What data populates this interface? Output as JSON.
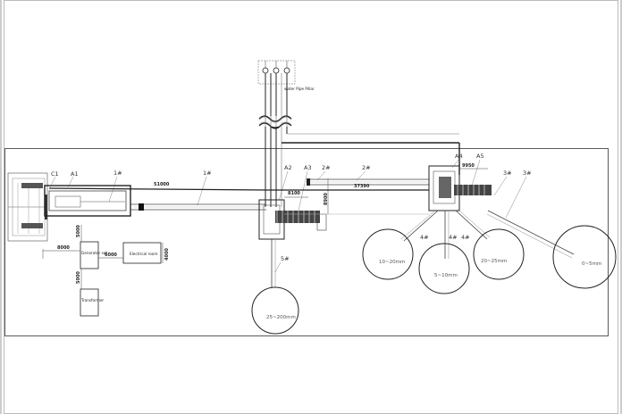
{
  "labels": {
    "c1": "C1",
    "a1": "A1",
    "one_a": "1#",
    "one_b": "1#",
    "a2": "A2",
    "a3": "A3",
    "two_a": "2#",
    "two_b": "2#",
    "a4": "A4",
    "a5": "A5",
    "three_a": "3#",
    "three_b": "3#",
    "four_a": "4#",
    "four_b": "4#",
    "four_c": "4#",
    "five": "5#"
  },
  "dimensions": {
    "d8000": "8000",
    "d6000": "6000",
    "d5000a": "5000",
    "d5000b": "5000",
    "d4000": "4000",
    "d51000": "51000",
    "d8100": "8100",
    "d8900": "8900",
    "d37390": "37390",
    "d9950": "9950"
  },
  "equipment": {
    "generator": "Generator set",
    "electrical": "Electrical room",
    "transformer": "Transformer",
    "water": "water Pipe Pillar"
  },
  "piles": {
    "p10_20": "10~20mm",
    "p5_10": "5~10mm",
    "p20_25": "20~25mm",
    "p0_5": "0~5mm",
    "p25_200": "25~200mm"
  }
}
